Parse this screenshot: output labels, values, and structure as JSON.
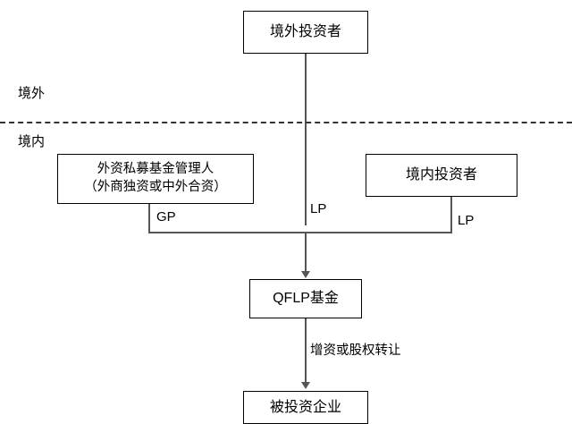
{
  "diagram": {
    "title_boxes": {
      "overseas_investor": "境外投资者",
      "foreign_fund_manager": "外资私募基金管理人\n（外商独资或中外合资）",
      "domestic_investor": "境内投资者",
      "qflp_fund": "QFLP基金",
      "invested_enterprise": "被投资企业"
    },
    "region_labels": {
      "offshore": "境外",
      "onshore": "境内"
    },
    "edge_labels": {
      "gp": "GP",
      "lp_center": "LP",
      "lp_right": "LP",
      "capital_increase": "增资或股权转让"
    },
    "colors": {
      "box_border": "#000000",
      "line": "#555555",
      "divider": "#333333",
      "background": "#ffffff",
      "text": "#000000"
    }
  }
}
